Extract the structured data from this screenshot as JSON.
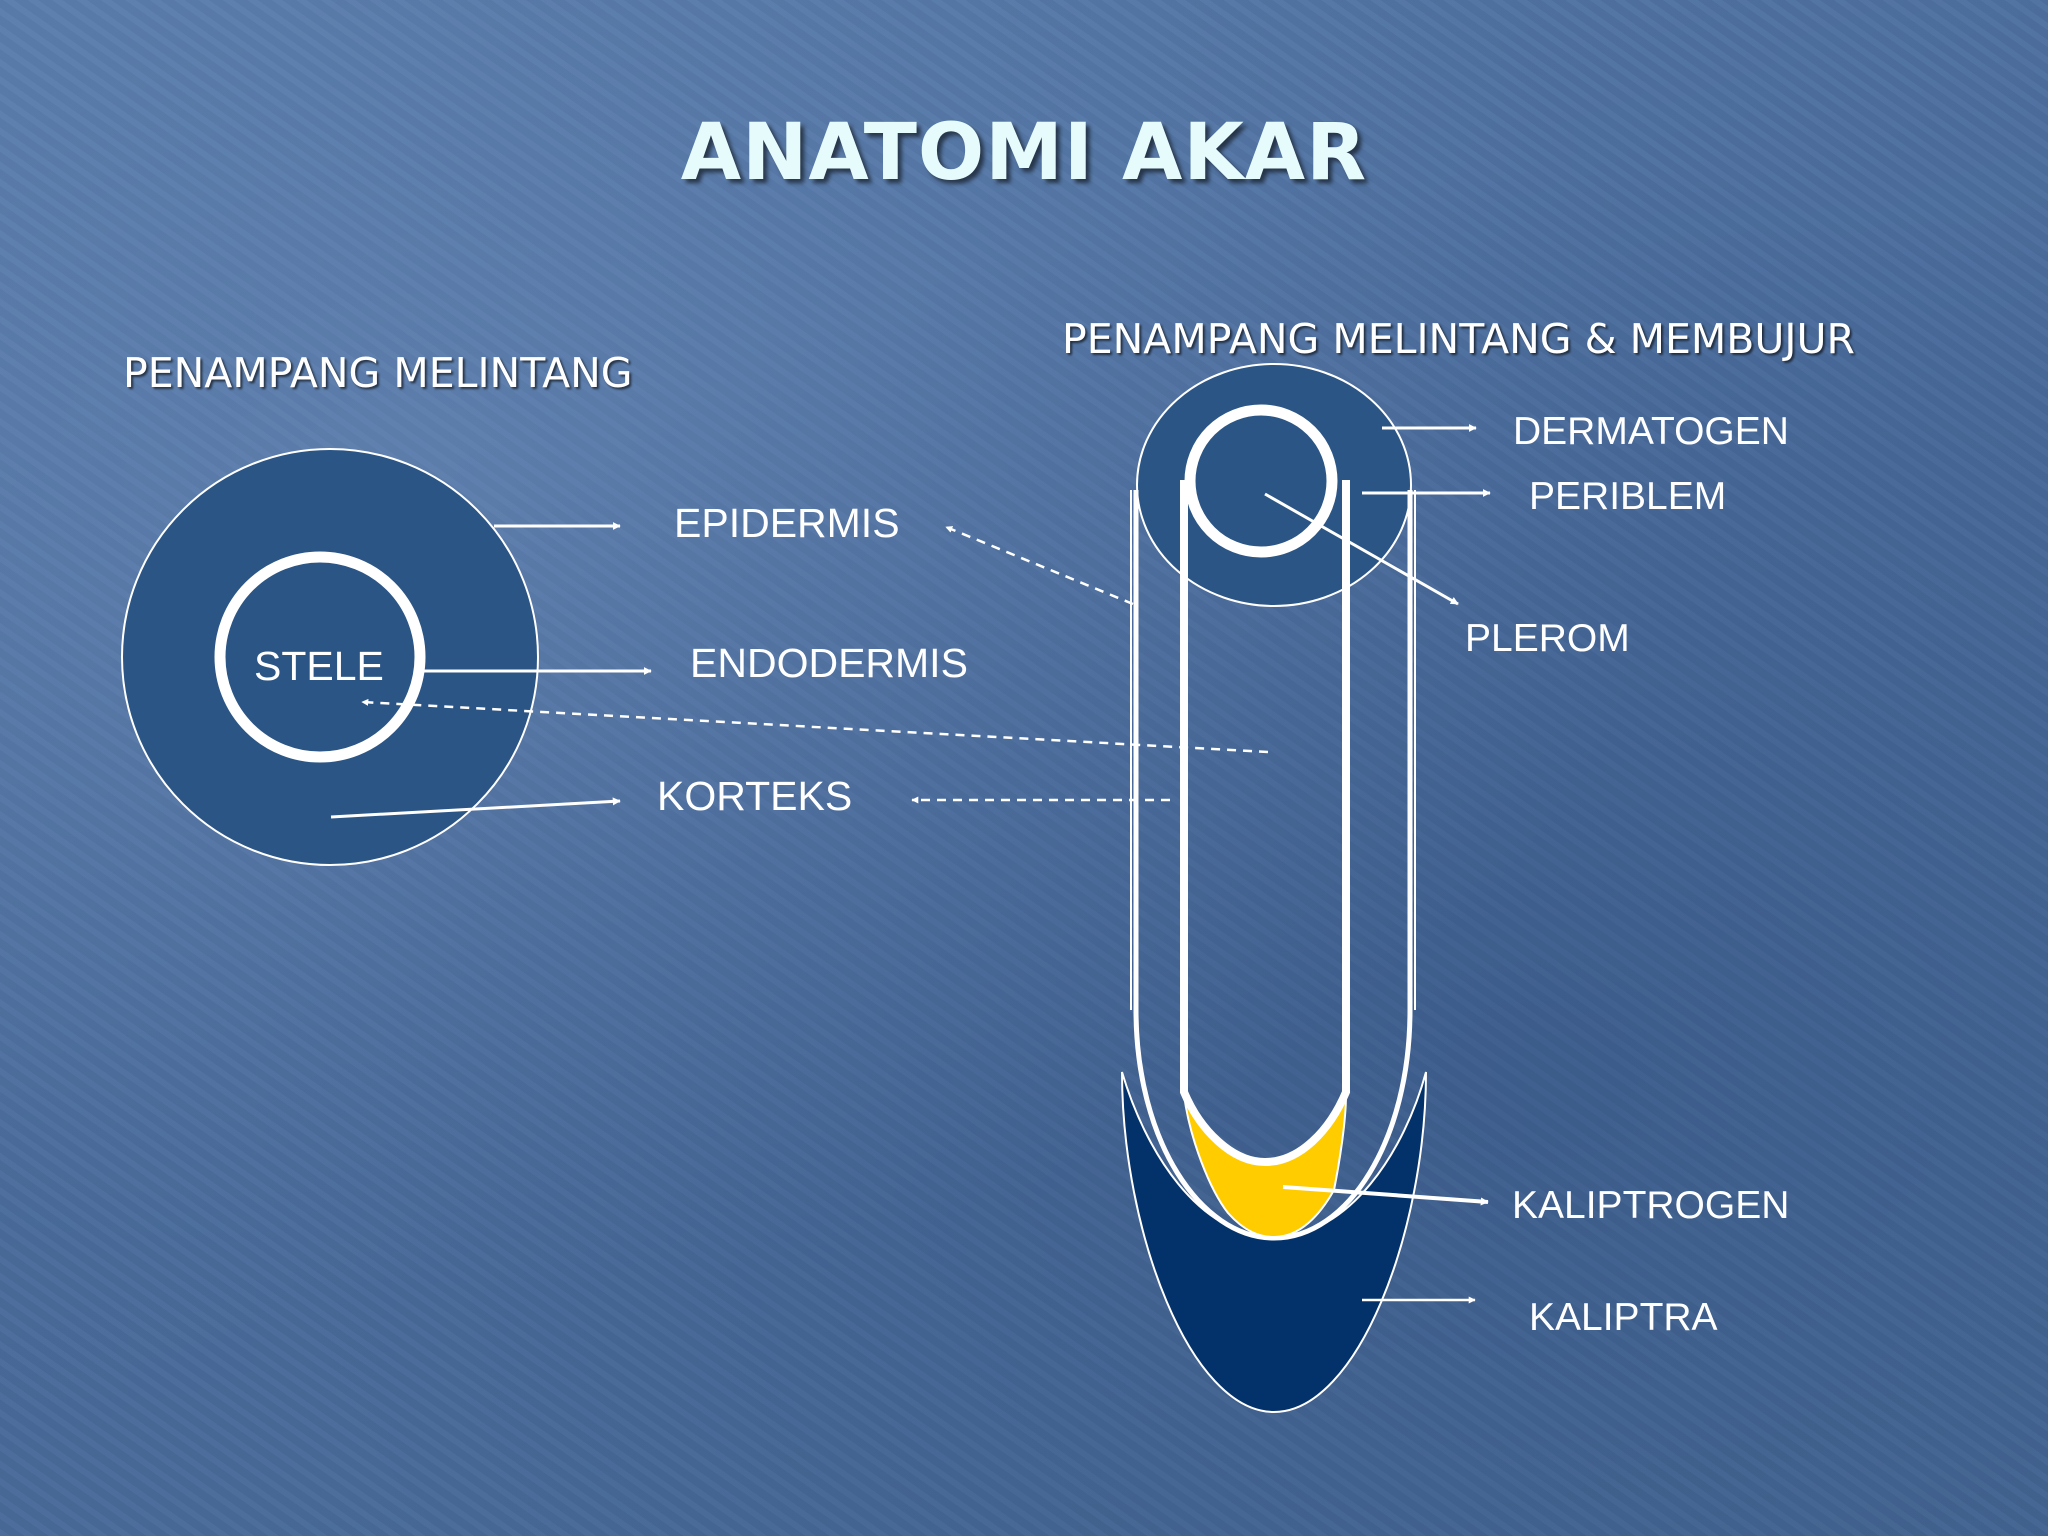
{
  "title": "ANATOMI AKAR",
  "headings": {
    "cross_section": "PENAMPANG MELINTANG",
    "cross_longitudinal": "PENAMPANG MELINTANG & MEMBUJUR"
  },
  "labels": {
    "stele": "STELE",
    "epidermis": "EPIDERMIS",
    "endodermis": "ENDODERMIS",
    "korteks": "KORTEKS",
    "dermatogen": "DERMATOGEN",
    "periblem": "PERIBLEM",
    "plerom": "PLEROM",
    "kaliptrogen": "KALIPTROGEN",
    "kaliptra": "KALIPTRA"
  },
  "colors": {
    "circle_fill": "#2b5585",
    "outline": "#ffffff",
    "cap_fill": "#03326a",
    "kaliptrogen_fill": "#ffcc00"
  }
}
